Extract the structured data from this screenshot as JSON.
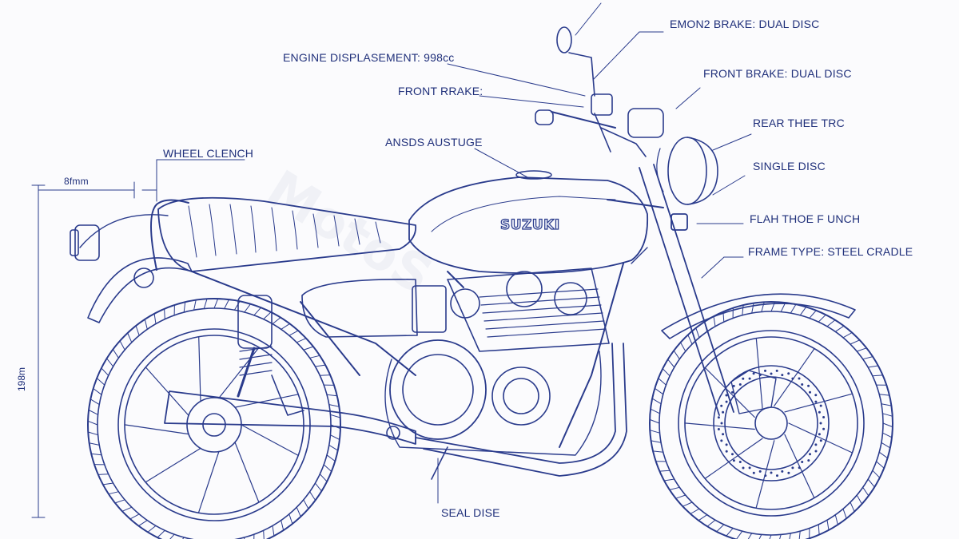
{
  "colors": {
    "line": "#2a3b8c",
    "text": "#1f2f7a",
    "paper": "#fbfbfd"
  },
  "brand": "SUZUKI",
  "watermark": "MotoS",
  "dimensions": {
    "length": "8fmm",
    "height": "198m"
  },
  "labels": {
    "emon_brake": "EMON2 BRAKE: DUAL DISC",
    "engine_displacement": "ENGINE DISPLASEMENT: 998cc",
    "front_brake_dual": "FRONT BRAKE: DUAL DISC",
    "front_brake": "FRONT RRAKE:",
    "rear_tire": "REAR THEE TRC",
    "wheel_clench": "WHEEL CLENCH",
    "ansds_austuge": "ANSDS AUSTUGE",
    "single_disc": "SINGLE DISC",
    "flash_lunch": "FLAH THOE F UNCH",
    "frame_type": "FRAME TYPE: STEEL CRADLE",
    "seal_dise": "SEAL DISE"
  }
}
